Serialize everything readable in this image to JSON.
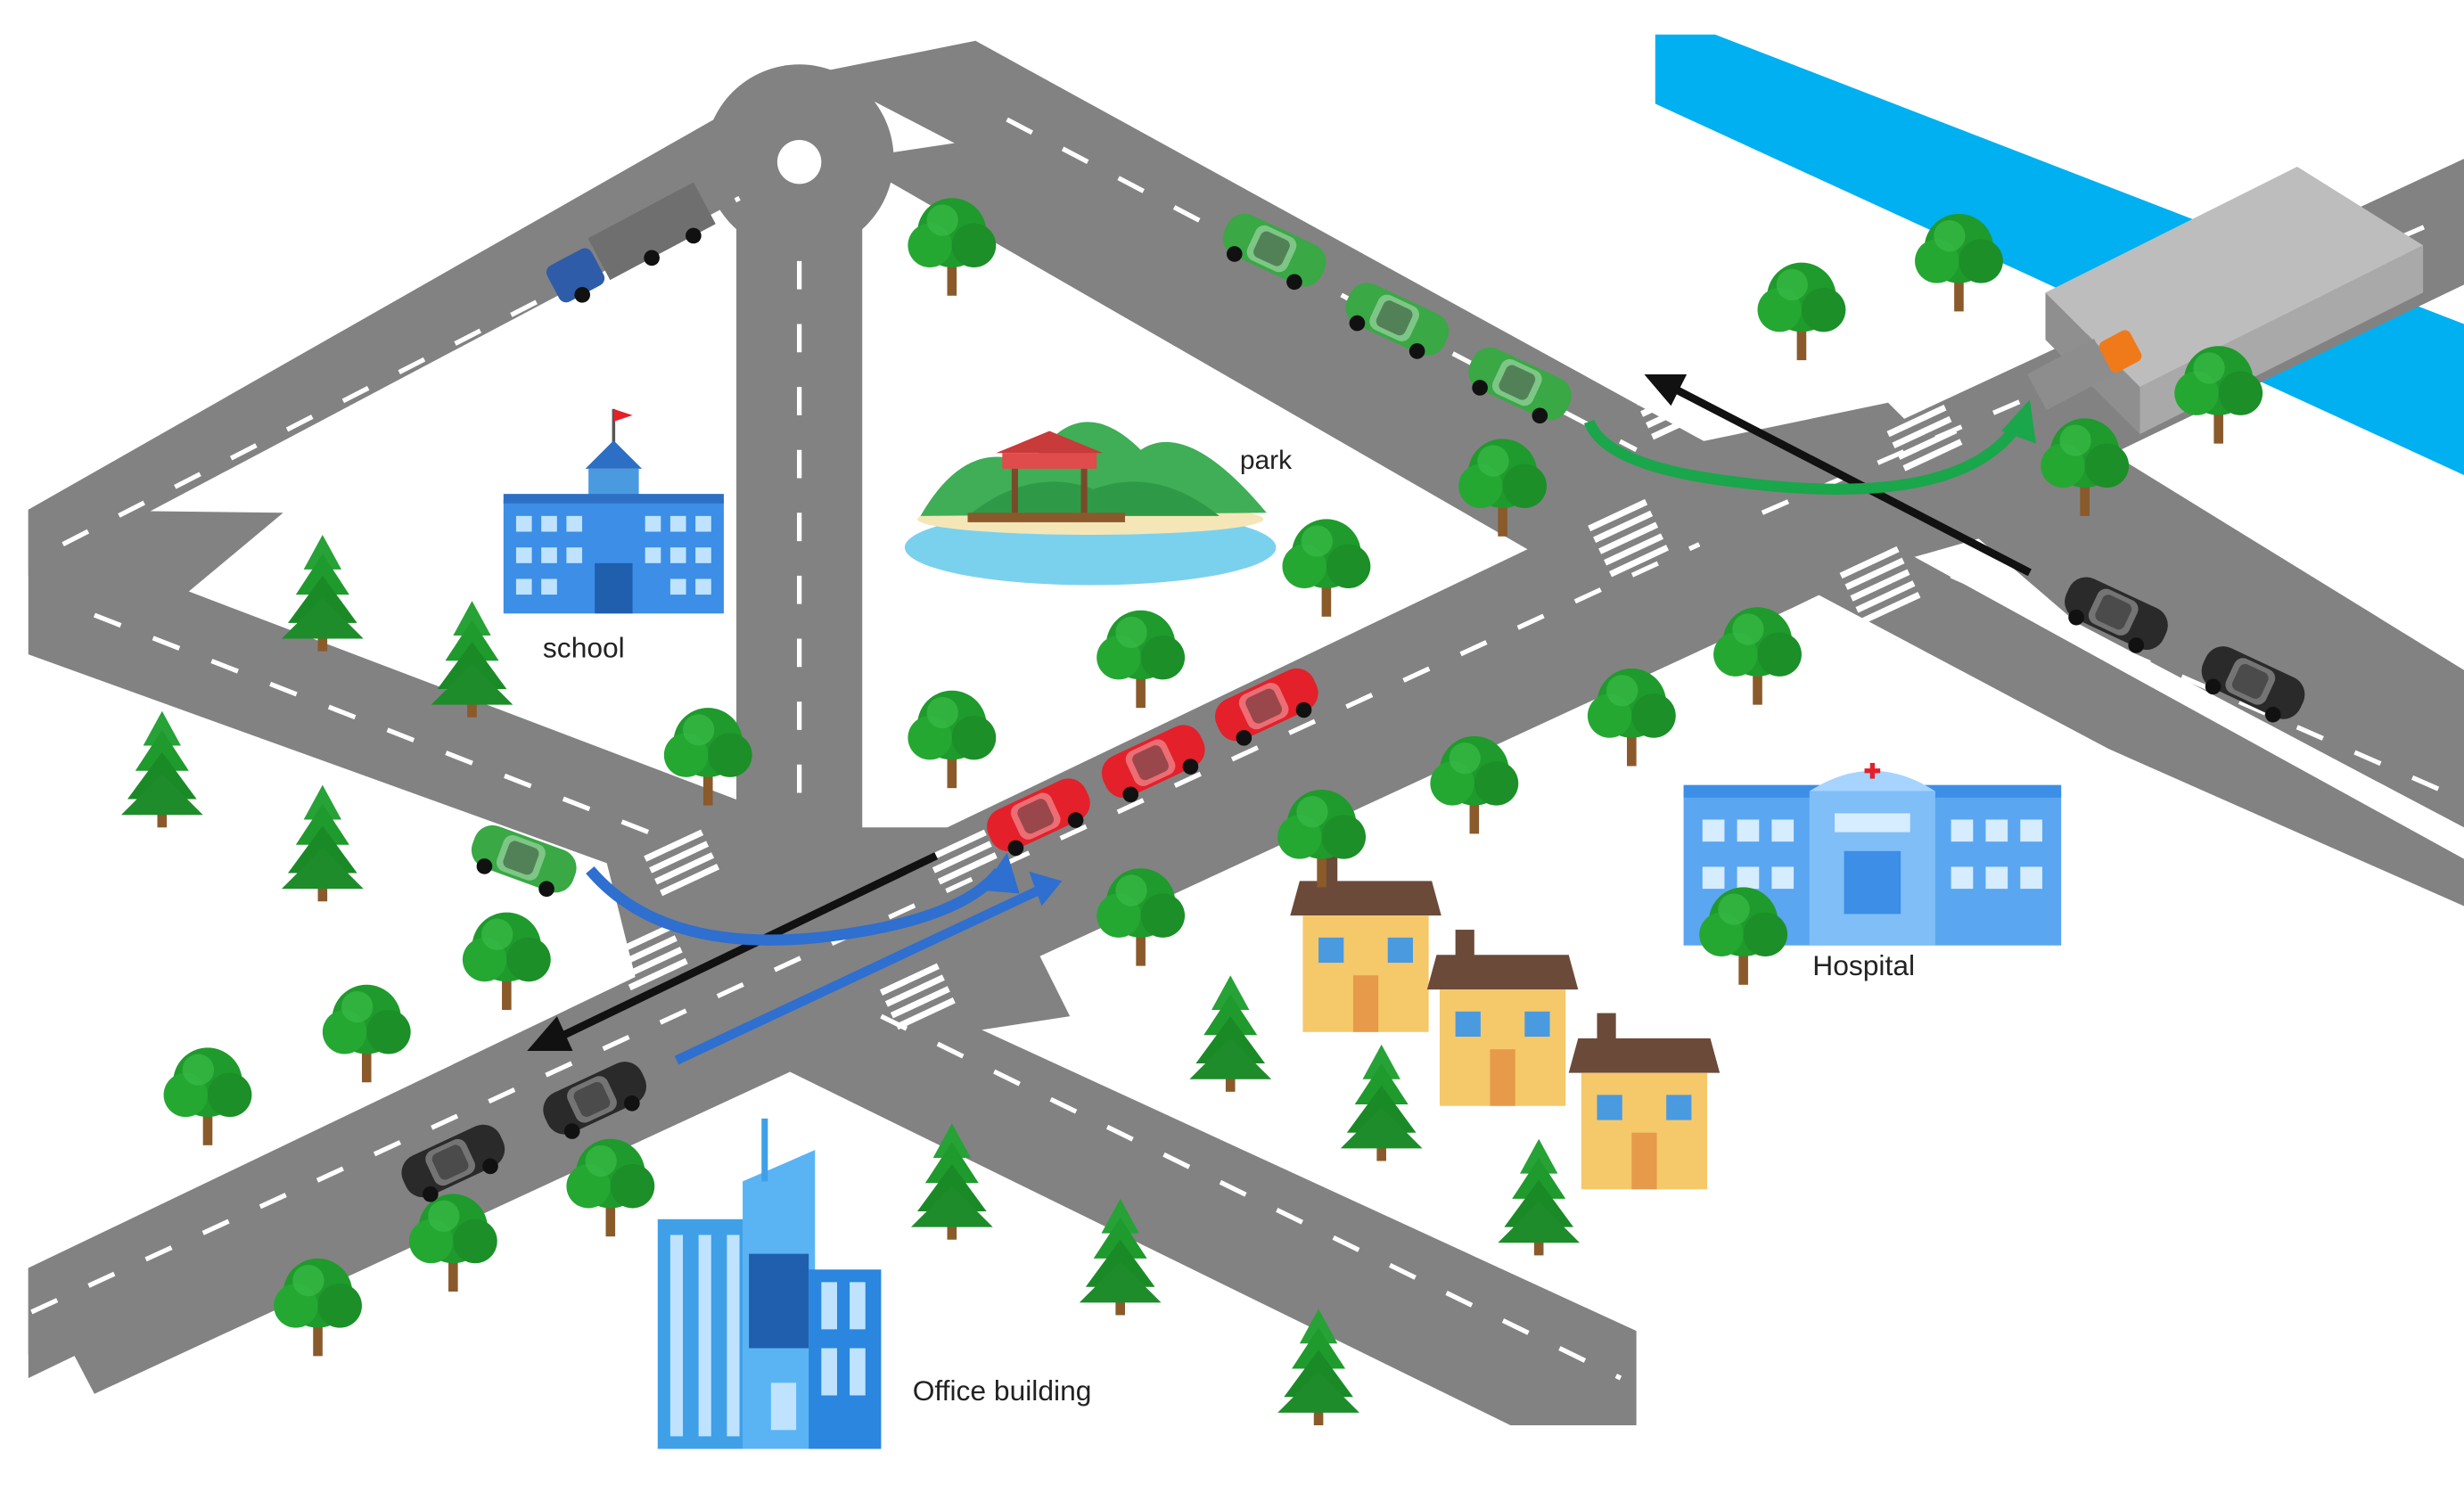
{
  "labels": {
    "school": "school",
    "park": "park",
    "hospital": "Hospital",
    "office": "Office building"
  },
  "colors": {
    "road": "#828282",
    "lane_marking": "#ffffff",
    "crosswalk": "#ffffff",
    "river": "#00b0f0",
    "bridge": "#c4c4c4",
    "tree": "#1f9a2c",
    "pine": "#1e8c2a",
    "trunk": "#8a5a2b",
    "car_green": "#39a845",
    "car_red": "#e4202a",
    "car_black": "#2a2a2a",
    "arrow_black": "#111111",
    "arrow_green": "#1aa64b",
    "arrow_blue": "#2e6fd0",
    "school": "#3c8ee6",
    "hospital": "#5aa6f0",
    "house_wall": "#f5c86a",
    "house_roof": "#6b4a3a",
    "office": "#3fa0e8"
  },
  "icons": [
    "school-icon",
    "park-icon",
    "hospital-icon",
    "house-icon",
    "office-building-icon",
    "tree-icon",
    "pine-tree-icon",
    "car-icon",
    "truck-icon",
    "bridge-icon",
    "river-icon"
  ]
}
